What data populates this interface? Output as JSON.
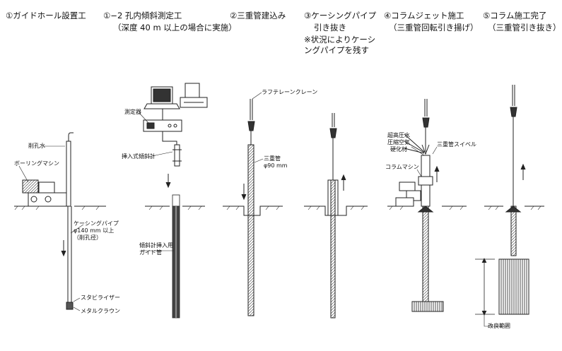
{
  "steps": [
    {
      "title": "①ガイドホール設置工"
    },
    {
      "title": "①−2 孔内傾斜測定工",
      "sub": "（深度 40 m 以上の場合に実施）"
    },
    {
      "title": "②三重管建込み"
    },
    {
      "title": "③ケーシングパイプ",
      "sub": "引き抜き",
      "note": "※状況によりケーシ\nングパイプを残す"
    },
    {
      "title": "④コラムジェット施工",
      "sub": "（三重管回転引き揚げ）"
    },
    {
      "title": "⑤コラム施工完了",
      "sub": "（三重管引き抜き）"
    }
  ],
  "labels": {
    "water": "削孔水",
    "boring": "ボーリングマシン",
    "casing": "ケーシングパイプ\nφ140 mm 以上\n（削孔径）",
    "stabilizer": "スタビライザー",
    "crown": "メタルクラウン",
    "meter": "測定器",
    "probe": "挿入式傾斜計",
    "guide": "傾斜計挿入用\nガイド管",
    "crane": "ラフテレーンクレーン",
    "triple": "三重管\nφ90 mm",
    "ultra": "超高圧水",
    "air": "圧縮空気",
    "hardener": "硬化材",
    "swivel": "三重管スイベル",
    "column_machine": "コラムマシン",
    "improve": "改良範囲"
  }
}
